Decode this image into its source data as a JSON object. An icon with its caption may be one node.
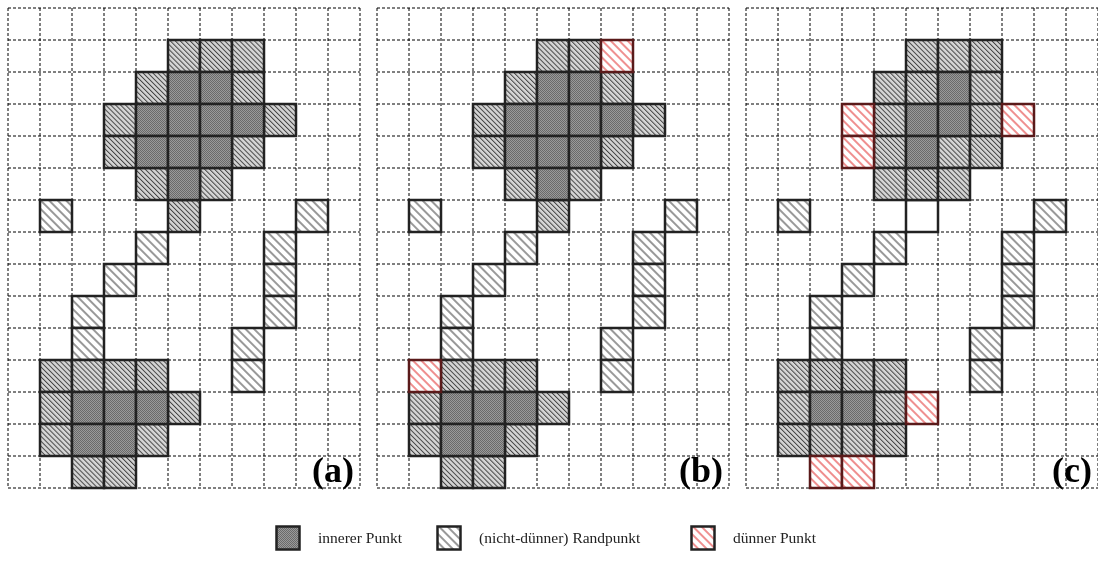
{
  "diagram": {
    "labels": [
      "(a)",
      "(b)",
      "(c)"
    ],
    "legend": [
      {
        "text": "innerer Punkt"
      },
      {
        "text": "(nicht-dünner) Randpunkt"
      },
      {
        "text": "dünner Punkt"
      }
    ]
  }
}
